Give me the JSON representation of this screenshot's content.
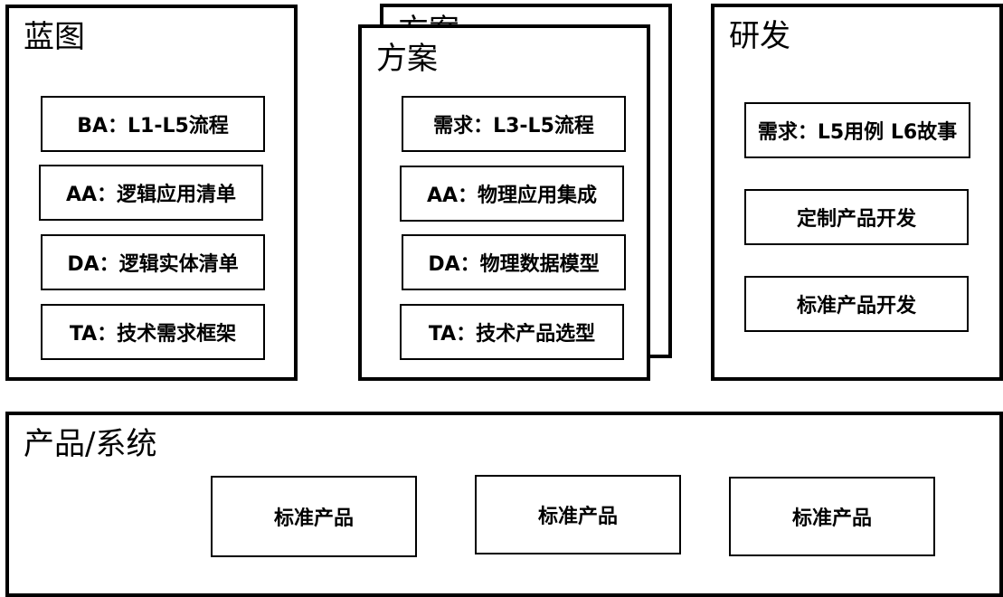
{
  "blueprint": {
    "title": "蓝图",
    "items": [
      "BA：L1-L5流程",
      "AA：逻辑应用清单",
      "DA：逻辑实体清单",
      "TA：技术需求框架"
    ]
  },
  "solution_back": {
    "title": "方案"
  },
  "solution": {
    "title": "方案",
    "items": [
      "需求：L3-L5流程",
      "AA：物理应用集成",
      "DA：物理数据模型",
      "TA：技术产品选型"
    ]
  },
  "rnd": {
    "title": "研发",
    "items": [
      "需求：L5用例 L6故事",
      "定制产品开发",
      "标准产品开发"
    ]
  },
  "product": {
    "title": "产品/系统",
    "items": [
      "标准产品",
      "标准产品",
      "标准产品"
    ]
  }
}
